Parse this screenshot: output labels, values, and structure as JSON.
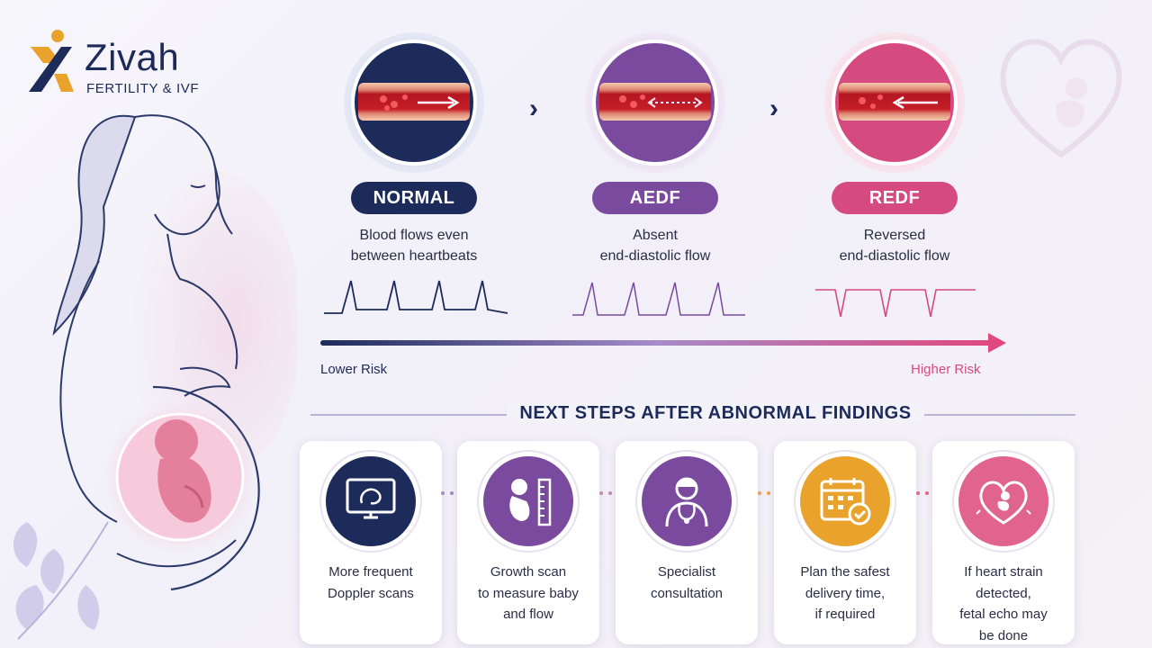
{
  "brand": {
    "name": "Zivah",
    "tagline": "FERTILITY & IVF"
  },
  "colors": {
    "navy": "#1c2b5a",
    "purple": "#7a4a9e",
    "pink": "#d64b7f",
    "orange": "#e9a22c",
    "background": "#f3f1f8"
  },
  "stages": [
    {
      "label": "NORMAL",
      "description_line1": "Blood flows even",
      "description_line2": "between heartbeats",
      "color": "#1c2b5a",
      "flow": "forward"
    },
    {
      "label": "AEDF",
      "description_line1": "Absent",
      "description_line2": "end-diastolic flow",
      "color": "#7a4a9e",
      "flow": "absent"
    },
    {
      "label": "REDF",
      "description_line1": "Reversed",
      "description_line2": "end-diastolic flow",
      "color": "#d64b7f",
      "flow": "reversed"
    }
  ],
  "risk": {
    "low_label": "Lower Risk",
    "high_label": "Higher Risk"
  },
  "next_steps": {
    "title": "NEXT STEPS AFTER ABNORMAL FINDINGS",
    "items": [
      {
        "lines": [
          "More frequent",
          "Doppler scans"
        ],
        "icon": "monitor-ultrasound-icon",
        "color": "#1c2b5a"
      },
      {
        "lines": [
          "Growth scan",
          "to measure baby",
          "and flow"
        ],
        "icon": "baby-ruler-icon",
        "color": "#7a4a9e"
      },
      {
        "lines": [
          "Specialist",
          "consultation"
        ],
        "icon": "doctor-icon",
        "color": "#7a4a9e"
      },
      {
        "lines": [
          "Plan the safest",
          "delivery time,",
          "if required"
        ],
        "icon": "calendar-check-icon",
        "color": "#e9a22c"
      },
      {
        "lines": [
          "If heart strain",
          "detected,",
          "fetal echo may",
          "be done"
        ],
        "icon": "heart-baby-icon",
        "color": "#e0648e"
      }
    ]
  }
}
